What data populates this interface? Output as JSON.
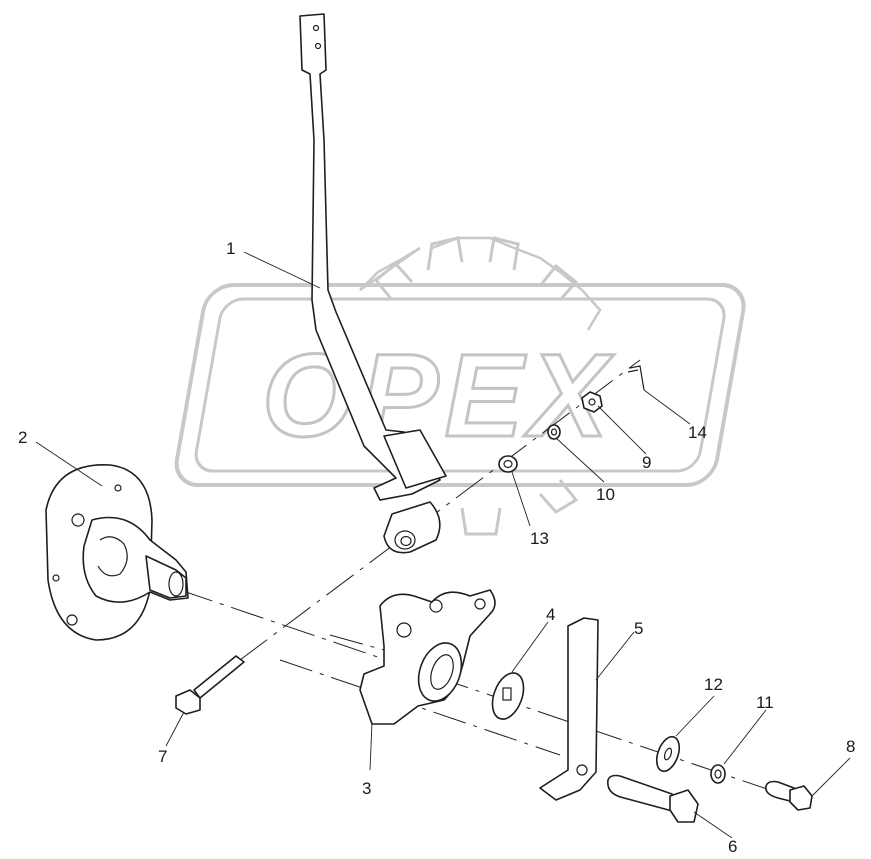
{
  "watermark": {
    "text": "OPEX"
  },
  "callouts": [
    {
      "id": "1",
      "label": "1"
    },
    {
      "id": "2",
      "label": "2"
    },
    {
      "id": "3",
      "label": "3"
    },
    {
      "id": "4",
      "label": "4"
    },
    {
      "id": "5",
      "label": "5"
    },
    {
      "id": "6",
      "label": "6"
    },
    {
      "id": "7",
      "label": "7"
    },
    {
      "id": "8",
      "label": "8"
    },
    {
      "id": "9",
      "label": "9"
    },
    {
      "id": "10",
      "label": "10"
    },
    {
      "id": "11",
      "label": "11"
    },
    {
      "id": "12",
      "label": "12"
    },
    {
      "id": "13",
      "label": "13"
    },
    {
      "id": "14",
      "label": "14"
    }
  ]
}
